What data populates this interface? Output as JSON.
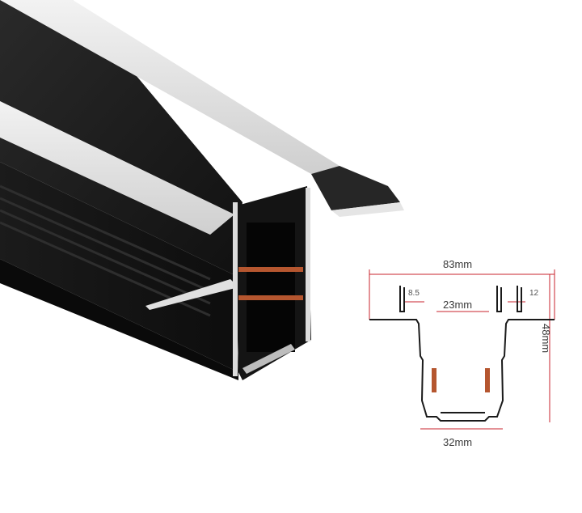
{
  "diagram": {
    "overall_width": "83mm",
    "inner_width": "23mm",
    "bottom_width": "32mm",
    "height": "48mm",
    "left_depth": "8.5",
    "right_depth": "12",
    "dimension_line_color": "#c8232c",
    "profile_color": "#1a1a1a",
    "contact_color": "#b5562f"
  }
}
